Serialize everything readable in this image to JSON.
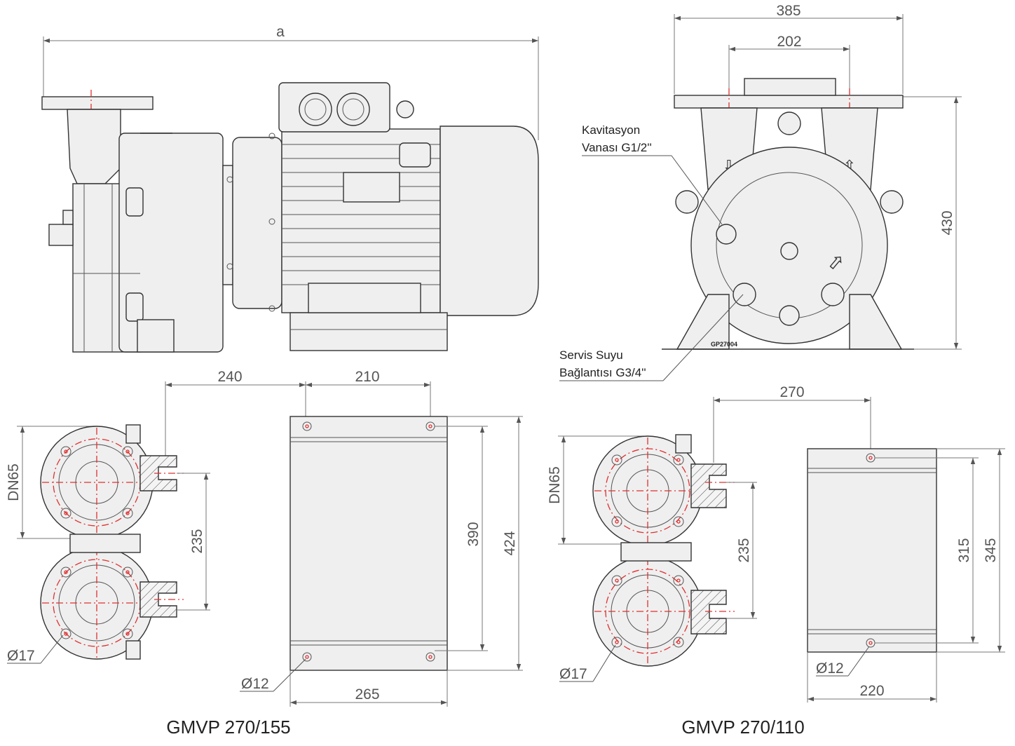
{
  "views": {
    "side_view": {
      "dim_length": "a"
    },
    "front_view": {
      "dim_width_total": "385",
      "dim_width_ports": "202",
      "dim_height": "430",
      "label_valve_line1": "Kavitasyon",
      "label_valve_line2": "Vanası G1/2''",
      "label_service_line1": "Servis Suyu",
      "label_service_line2": "Bağlantısı G3/4''",
      "nameplate": "GP27004"
    }
  },
  "models": [
    {
      "caption": "GMVP 270/155",
      "flange": "DN65",
      "flange_hole": "Ø17",
      "port_spacing": "235",
      "offset_flange": "240",
      "base_hole_spacing_x": "210",
      "base_hole_spacing_y": "390",
      "base_length": "424",
      "base_width": "265",
      "base_hole": "Ø12"
    },
    {
      "caption": "GMVP 270/110",
      "flange": "DN65",
      "flange_hole": "Ø17",
      "port_spacing": "235",
      "offset_flange": "270",
      "base_hole_spacing_y": "315",
      "base_length": "345",
      "base_width": "220",
      "base_hole": "Ø12"
    }
  ]
}
